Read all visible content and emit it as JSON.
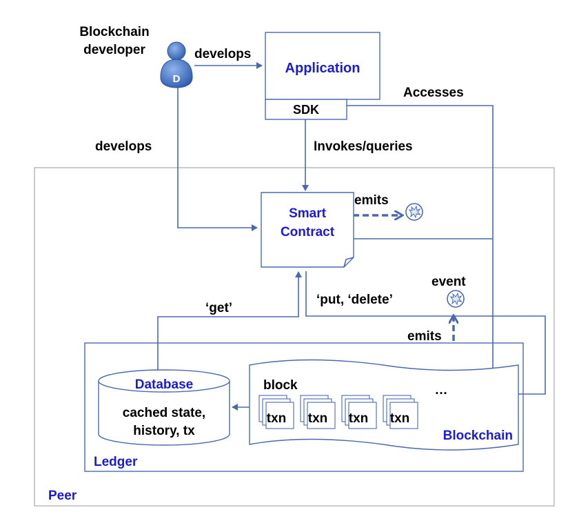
{
  "actor": {
    "title_line1": "Blockchain",
    "title_line2": "developer",
    "badge": "D"
  },
  "labels": {
    "develops_top": "develops",
    "develops_left": "develops",
    "accesses": "Accesses",
    "invokes_queries": "Invokes/queries",
    "emits_top": "emits",
    "event": "event",
    "put_delete": "‘put, ‘delete’",
    "get": "‘get’",
    "emits_bottom": "emits"
  },
  "application": {
    "title": "Application",
    "sdk": "SDK"
  },
  "smart_contract": {
    "line1": "Smart",
    "line2": "Contract"
  },
  "ledger": {
    "label": "Ledger",
    "database": {
      "title": "Database",
      "line1": "cached state,",
      "line2": "history, tx"
    },
    "blockchain": {
      "label": "Blockchain",
      "block": "block",
      "ellipsis": "…",
      "txns": [
        "txn",
        "txn",
        "txn",
        "txn"
      ]
    }
  },
  "peer": {
    "label": "Peer"
  },
  "colors": {
    "line": "#4a68b0",
    "blue_text": "#1a1adc",
    "actor": "#4f7fcf"
  },
  "icons": {
    "actor": "person-icon",
    "event": "event-burst-icon"
  }
}
